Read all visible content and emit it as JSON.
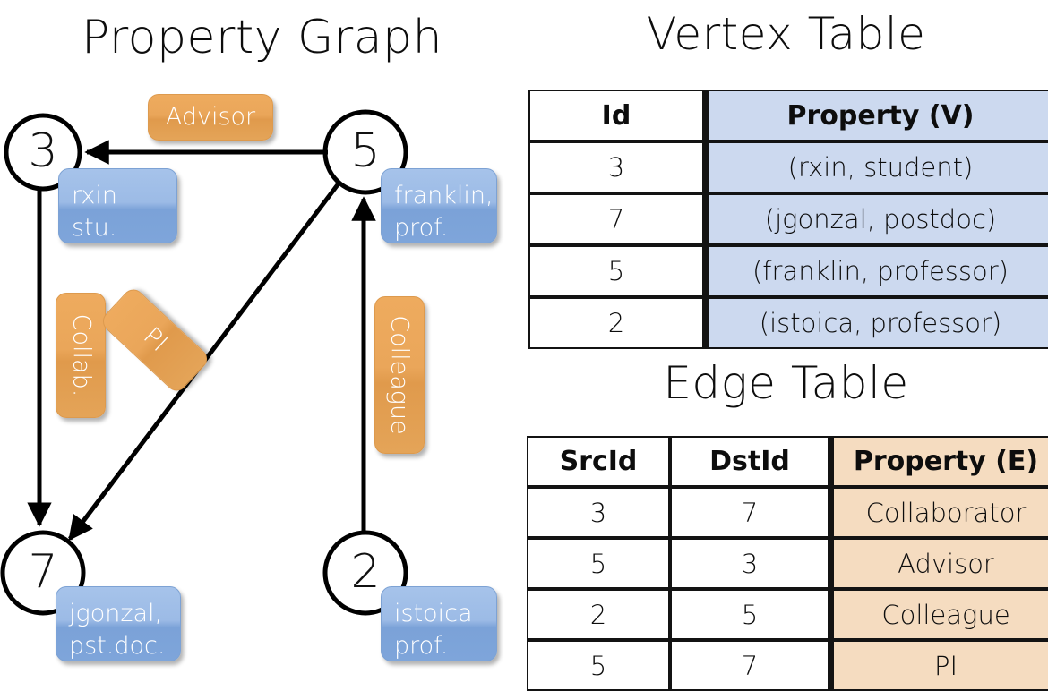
{
  "titles": {
    "property_graph": "Property Graph",
    "vertex_table": "Vertex Table",
    "edge_table": "Edge Table"
  },
  "graph": {
    "vertices": [
      {
        "id": "3",
        "label_line1": "rxin",
        "label_line2": "stu."
      },
      {
        "id": "5",
        "label_line1": "franklin,",
        "label_line2": "prof."
      },
      {
        "id": "7",
        "label_line1": "jgonzal,",
        "label_line2": "pst.doc."
      },
      {
        "id": "2",
        "label_line1": "istoica",
        "label_line2": "prof."
      }
    ],
    "edge_labels": [
      {
        "name": "advisor",
        "text": "Advisor"
      },
      {
        "name": "collab",
        "text": "Collab."
      },
      {
        "name": "pi",
        "text": "PI"
      },
      {
        "name": "colleague",
        "text": "Colleague"
      }
    ],
    "edges": [
      {
        "src": "5",
        "dst": "3",
        "label": "Advisor"
      },
      {
        "src": "3",
        "dst": "7",
        "label": "Collab."
      },
      {
        "src": "5",
        "dst": "7",
        "label": "PI"
      },
      {
        "src": "2",
        "dst": "5",
        "label": "Colleague"
      }
    ]
  },
  "vertex_table": {
    "headers": [
      "Id",
      "Property (V)"
    ],
    "rows": [
      [
        "3",
        "(rxin, student)"
      ],
      [
        "7",
        "(jgonzal, postdoc)"
      ],
      [
        "5",
        "(franklin, professor)"
      ],
      [
        "2",
        "(istoica, professor)"
      ]
    ]
  },
  "edge_table": {
    "headers": [
      "SrcId",
      "DstId",
      "Property (E)"
    ],
    "rows": [
      [
        "3",
        "7",
        "Collaborator"
      ],
      [
        "5",
        "3",
        "Advisor"
      ],
      [
        "2",
        "5",
        "Colleague"
      ],
      [
        "5",
        "7",
        "PI"
      ]
    ]
  },
  "colors": {
    "vertex_property_fill": "#ccd9ef",
    "edge_property_fill": "#f5dcc0",
    "vertex_box": "#8fb2e0",
    "edge_box": "#e8a558",
    "stroke": "#131313"
  }
}
